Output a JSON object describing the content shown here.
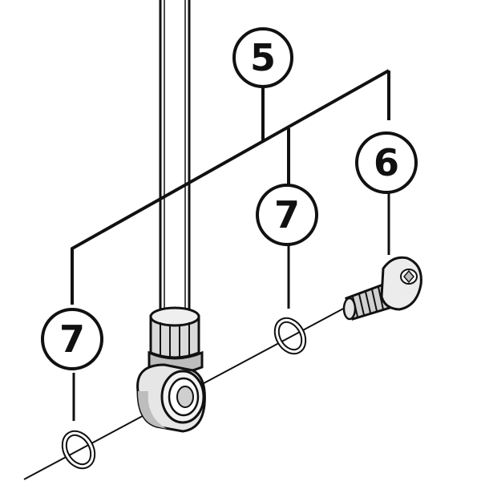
{
  "callouts": [
    {
      "id": "c5",
      "label": "5"
    },
    {
      "id": "c6",
      "label": "6"
    },
    {
      "id": "c7a",
      "label": "7"
    },
    {
      "id": "c7b",
      "label": "7"
    }
  ],
  "colors": {
    "stroke": "#111111",
    "metal_light": "#e6e6e6",
    "metal_mid": "#bdbdbd",
    "metal_dark": "#7a7a7a",
    "background": "#ffffff"
  }
}
